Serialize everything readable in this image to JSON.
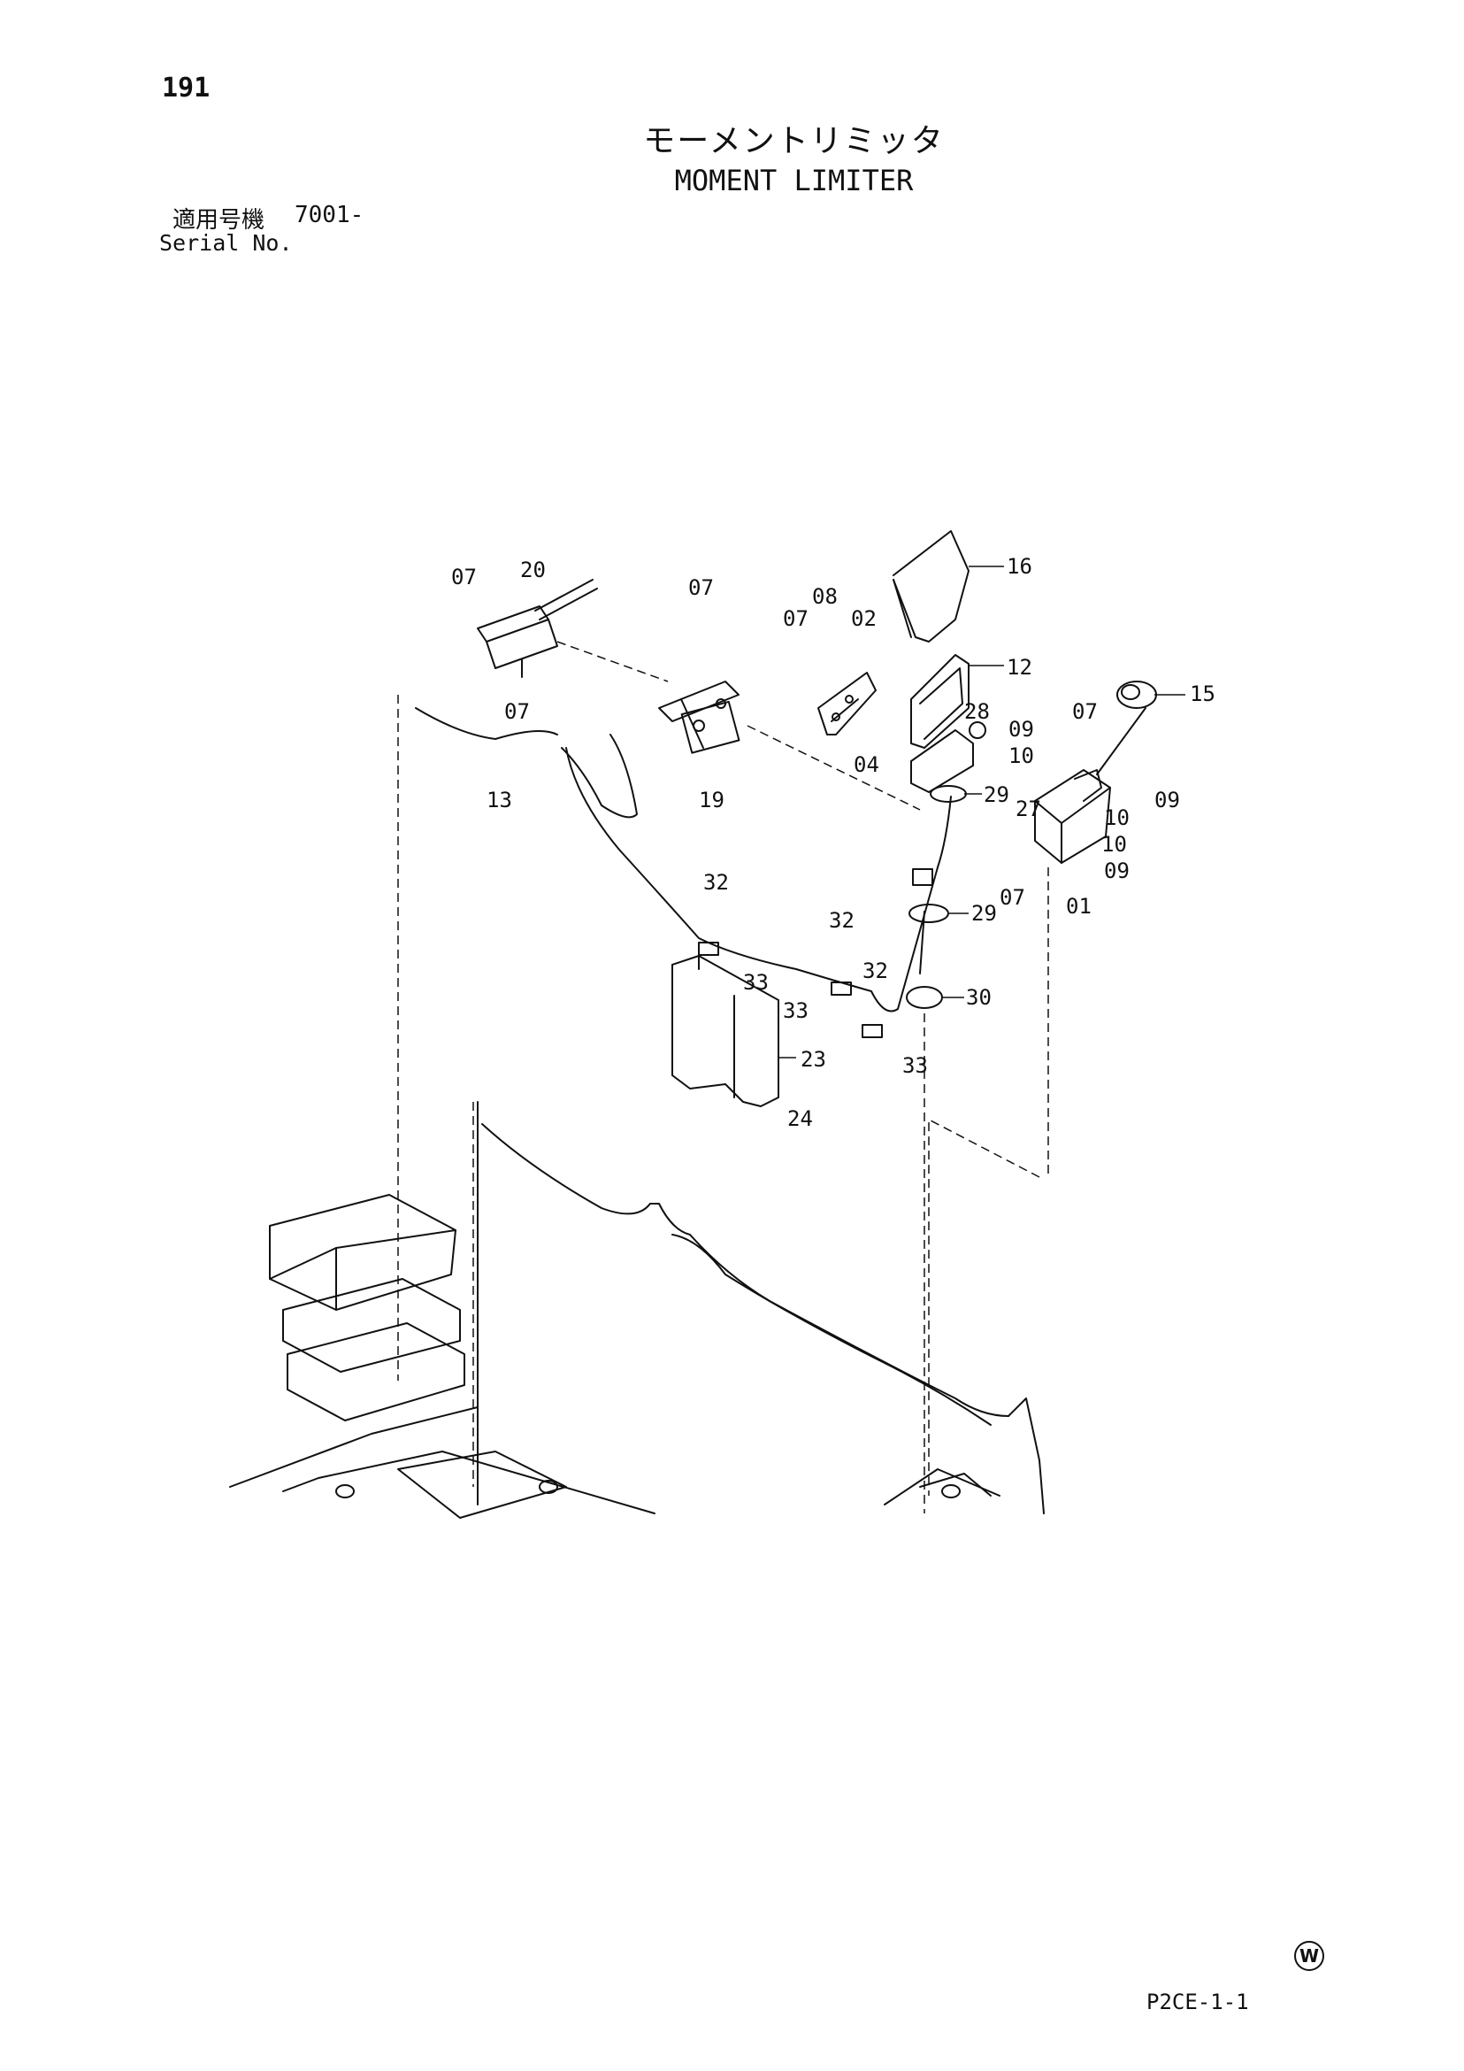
{
  "header": {
    "page_number": "191",
    "title_jp": "モーメントリミッタ",
    "title_en": "MOMENT LIMITER",
    "serial_label_jp": "適用号機",
    "serial_range": "7001-",
    "serial_label_en": "Serial No."
  },
  "callouts": [
    "07",
    "20",
    "07",
    "07",
    "08",
    "02",
    "07",
    "16",
    "12",
    "13",
    "19",
    "28",
    "09",
    "10",
    "04",
    "07",
    "15",
    "27",
    "10",
    "09",
    "29",
    "10",
    "09",
    "29",
    "07",
    "01",
    "30",
    "32",
    "32",
    "32",
    "33",
    "33",
    "33",
    "23",
    "24"
  ],
  "footer": {
    "mark": "W",
    "code": "P2CE-1-1"
  },
  "colors": {
    "ink": "#111111",
    "paper": "#ffffff"
  }
}
